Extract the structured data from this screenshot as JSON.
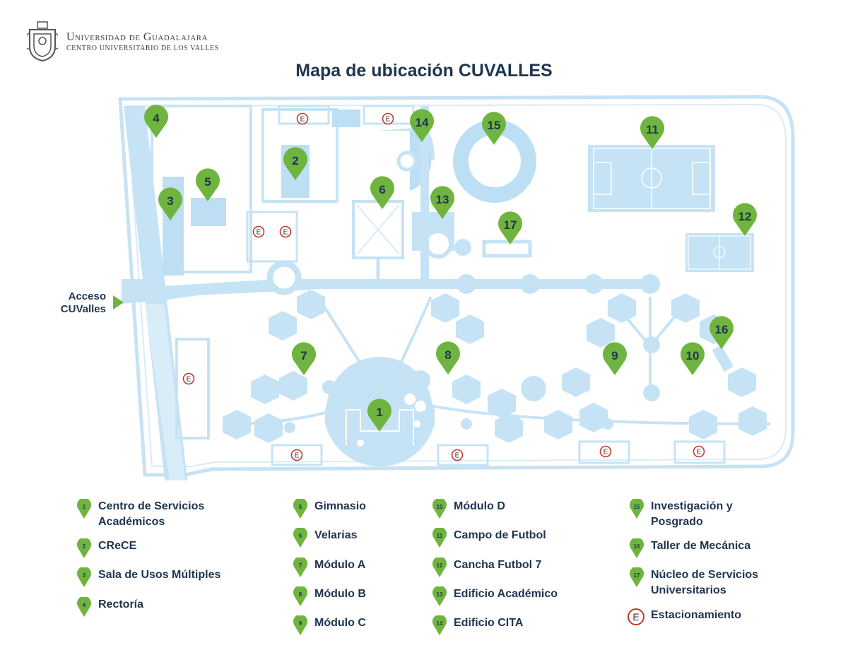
{
  "header": {
    "university": "Universidad de Guadalajara",
    "center": "CENTRO UNIVERSITARIO DE LOS VALLES"
  },
  "title": "Mapa de ubicación CUVALLES",
  "access": {
    "line1": "Acceso",
    "line2": "CUValles"
  },
  "colors": {
    "pin": "#6fb43f",
    "map": "#cfe7f6",
    "road": "#b7dbf1",
    "parking": "#c0392b",
    "text": "#1e3550"
  },
  "map_pins": [
    "1",
    "2",
    "3",
    "4",
    "5",
    "6",
    "7",
    "8",
    "9",
    "10",
    "11",
    "12",
    "13",
    "14",
    "15",
    "16",
    "17"
  ],
  "parking_sign": "E",
  "legend": [
    {
      "num": "1",
      "label": "Centro de Servicios Académicos"
    },
    {
      "num": "2",
      "label": "CReCE"
    },
    {
      "num": "3",
      "label": "Sala de Usos Múltiples"
    },
    {
      "num": "4",
      "label": "Rectoría"
    },
    {
      "num": "5",
      "label": "Gimnasio"
    },
    {
      "num": "6",
      "label": "Velarias"
    },
    {
      "num": "7",
      "label": "Módulo A"
    },
    {
      "num": "8",
      "label": "Módulo B"
    },
    {
      "num": "9",
      "label": "Módulo C"
    },
    {
      "num": "10",
      "label": "Módulo D"
    },
    {
      "num": "11",
      "label": "Campo de Futbol"
    },
    {
      "num": "12",
      "label": "Cancha Futbol 7"
    },
    {
      "num": "13",
      "label": "Edificio Académico"
    },
    {
      "num": "14",
      "label": "Edificio CITA"
    },
    {
      "num": "15",
      "label": "Investigación y Posgrado"
    },
    {
      "num": "16",
      "label": "Taller de Mecánica"
    },
    {
      "num": "17",
      "label": "Núcleo de Servicios Universitarios"
    }
  ],
  "legend_parking": {
    "sign": "E",
    "label": "Estacionamiento"
  }
}
